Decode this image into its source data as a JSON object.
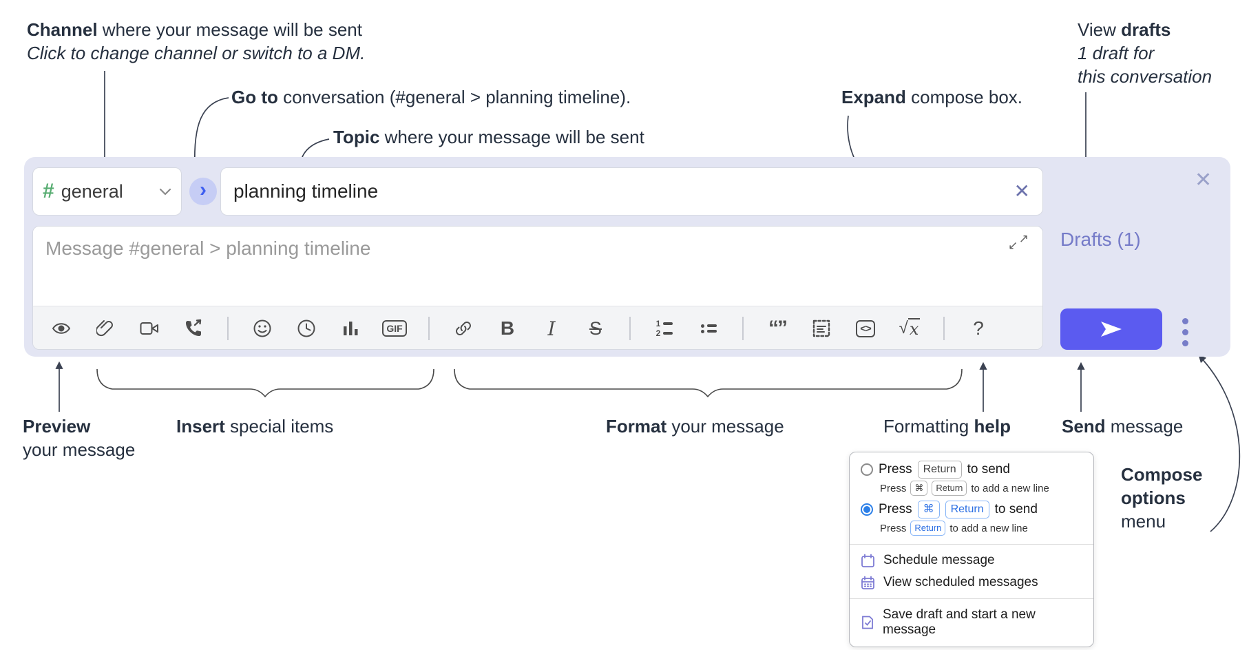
{
  "annotations": {
    "channel": {
      "bold": "Channel",
      "rest": " where your message will be sent",
      "line2": "Click to change channel or switch to a DM."
    },
    "goto": {
      "bold": "Go to",
      "rest": " conversation (#general > planning timeline)."
    },
    "topic": {
      "bold": "Topic",
      "rest": " where your message will be sent"
    },
    "expand": {
      "bold": "Expand",
      "rest": " compose box."
    },
    "drafts": {
      "pre": "View ",
      "bold": "drafts",
      "line2": "1 draft for",
      "line3": "this conversation"
    },
    "preview": {
      "bold": "Preview",
      "line2": "your message"
    },
    "insert": {
      "bold": "Insert",
      "rest": " special items"
    },
    "format": {
      "bold": "Format",
      "rest": " your message"
    },
    "help": {
      "pre": "Formatting ",
      "bold": "help"
    },
    "send": {
      "bold": "Send",
      "rest": " message"
    },
    "compose_options": {
      "line1": "Compose",
      "line2": "options",
      "line3": "menu"
    }
  },
  "compose": {
    "channel_hash": "#",
    "channel_name": "general",
    "topic_value": "planning timeline",
    "message_placeholder": "Message #general > planning timeline",
    "drafts_label": "Drafts (1)"
  },
  "icons": {
    "chevron_down": "⌄",
    "goto_chevron": "›",
    "clear_topic": "✕",
    "close_compose": "✕",
    "expand_ne": "↗",
    "expand_sw": "↙",
    "gif": "GIF",
    "bold": "B",
    "italic": "I",
    "strike": "S",
    "quote": "“”",
    "code": "<>",
    "sqrt": "√",
    "math_x": "x",
    "help": "?",
    "ol_1": "1",
    "ol_2": "2"
  },
  "toolbar_icon_names": [
    "preview-eye",
    "attach-paperclip",
    "video-call",
    "voice-call",
    "emoji-smiley",
    "time-clock",
    "poll-bar-chart",
    "gif",
    "link",
    "bold",
    "italic",
    "strikethrough",
    "numbered-list",
    "bulleted-list",
    "quote",
    "spoiler",
    "code",
    "math",
    "help"
  ],
  "popup": {
    "opt1": {
      "press": "Press",
      "kbd1": "Return",
      "after": "to send"
    },
    "opt1_sub": {
      "press": "Press",
      "kbd1": "⌘",
      "kbd2": "Return",
      "after": "to add a new line"
    },
    "opt2": {
      "press": "Press",
      "kbd1": "⌘",
      "kbd2": "Return",
      "after": "to send"
    },
    "opt2_sub": {
      "press": "Press",
      "kbd1": "Return",
      "after": "to add a new line"
    },
    "items": {
      "schedule": "Schedule message",
      "view_scheduled": "View scheduled messages",
      "save_draft": "Save draft and start a new message"
    }
  },
  "colors": {
    "container": "#e3e5f3",
    "accent_send": "#5b5bf0",
    "drafts_link": "#757bc8",
    "channel_hash_green": "#58ad72",
    "kbd_blue": "#2b6fe3",
    "radio_selected": "#2b7fe8",
    "menu_icon_purple": "#7d7bd4",
    "annotation_text": "#26303f"
  }
}
